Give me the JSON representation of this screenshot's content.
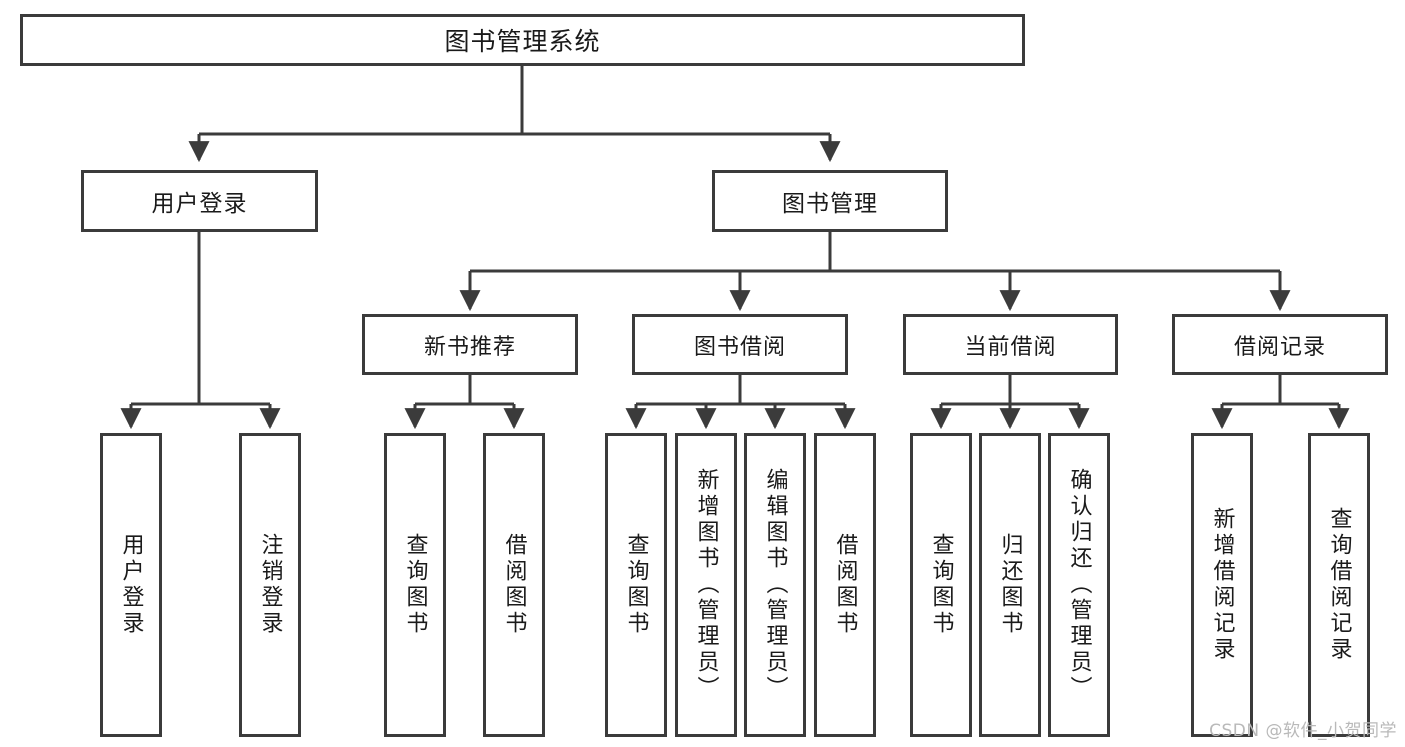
{
  "diagram": {
    "type": "tree-hierarchy",
    "title": "图书管理系统",
    "watermark": "CSDN @软件_小贺同学",
    "colors": {
      "background": "#ffffff",
      "node_border": "#3b3b3b",
      "node_fill": "#ffffff",
      "edge": "#3b3b3b",
      "text": "#1a1a1a",
      "watermark": "#b9b9b9"
    },
    "nodes": {
      "root": {
        "label": "图书管理系统"
      },
      "level2": [
        {
          "id": "user-login",
          "label": "用户登录"
        },
        {
          "id": "book-manage",
          "label": "图书管理"
        }
      ],
      "level3": [
        {
          "id": "new-book-recommend",
          "label": "新书推荐"
        },
        {
          "id": "book-borrow",
          "label": "图书借阅"
        },
        {
          "id": "current-borrow",
          "label": "当前借阅"
        },
        {
          "id": "borrow-record",
          "label": "借阅记录"
        }
      ],
      "leaves": [
        {
          "id": "leaf-user-login",
          "label": "用户登录",
          "parent": "user-login"
        },
        {
          "id": "leaf-user-logout",
          "label": "注销登录",
          "parent": "user-login"
        },
        {
          "id": "leaf-query-book-1",
          "label": "查询图书",
          "parent": "new-book-recommend"
        },
        {
          "id": "leaf-borrow-book-1",
          "label": "借阅图书",
          "parent": "new-book-recommend"
        },
        {
          "id": "leaf-query-book-2",
          "label": "查询图书",
          "parent": "book-borrow"
        },
        {
          "id": "leaf-add-book",
          "label": "新增图书（管理员）",
          "parent": "book-borrow"
        },
        {
          "id": "leaf-edit-book",
          "label": "编辑图书（管理员）",
          "parent": "book-borrow"
        },
        {
          "id": "leaf-borrow-book-2",
          "label": "借阅图书",
          "parent": "book-borrow"
        },
        {
          "id": "leaf-query-book-3",
          "label": "查询图书",
          "parent": "current-borrow"
        },
        {
          "id": "leaf-return-book",
          "label": "归还图书",
          "parent": "current-borrow"
        },
        {
          "id": "leaf-confirm-return",
          "label": "确认归还（管理员）",
          "parent": "current-borrow"
        },
        {
          "id": "leaf-add-record",
          "label": "新增借阅记录",
          "parent": "borrow-record"
        },
        {
          "id": "leaf-query-record",
          "label": "查询借阅记录",
          "parent": "borrow-record"
        }
      ]
    }
  }
}
